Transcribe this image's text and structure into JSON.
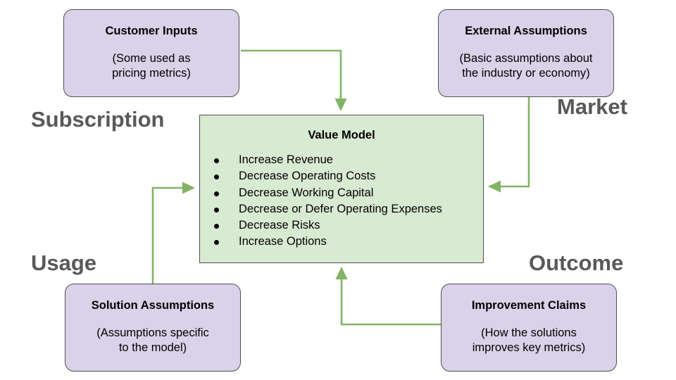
{
  "diagram": {
    "background_color": "#ffffff",
    "accent_arrow_color": "#82b366",
    "purple_fill": "#d9d2e9",
    "green_fill": "#d9ead3",
    "border_color": "#4f4f4f",
    "label_color": "#595959"
  },
  "nodes": {
    "customer_inputs": {
      "title": "Customer Inputs",
      "subtitle": "(Some used as\npricing metrics)"
    },
    "external_assumptions": {
      "title": "External Assumptions",
      "subtitle": "(Basic assumptions about\nthe industry or economy)"
    },
    "solution_assumptions": {
      "title": "Solution Assumptions",
      "subtitle": "(Assumptions specific\nto the model)"
    },
    "improvement_claims": {
      "title": "Improvement Claims",
      "subtitle": "(How the solutions\nimproves key metrics)"
    },
    "value_model": {
      "title": "Value Model",
      "items": [
        "Increase Revenue",
        "Decrease Operating Costs",
        "Decrease Working Capital",
        "Decrease or Defer Operating Expenses",
        "Decrease Risks",
        "Increase Options"
      ]
    }
  },
  "quadrant_labels": {
    "top_left": "Subscription",
    "top_right": "Market",
    "bottom_left": "Usage",
    "bottom_right": "Outcome"
  },
  "connectors": [
    {
      "name": "customer-inputs-to-value-model",
      "from": "customer_inputs",
      "to": "value_model"
    },
    {
      "name": "external-assumptions-to-value-model",
      "from": "external_assumptions",
      "to": "value_model"
    },
    {
      "name": "solution-assumptions-to-value-model",
      "from": "solution_assumptions",
      "to": "value_model"
    },
    {
      "name": "improvement-claims-to-value-model",
      "from": "improvement_claims",
      "to": "value_model"
    }
  ]
}
